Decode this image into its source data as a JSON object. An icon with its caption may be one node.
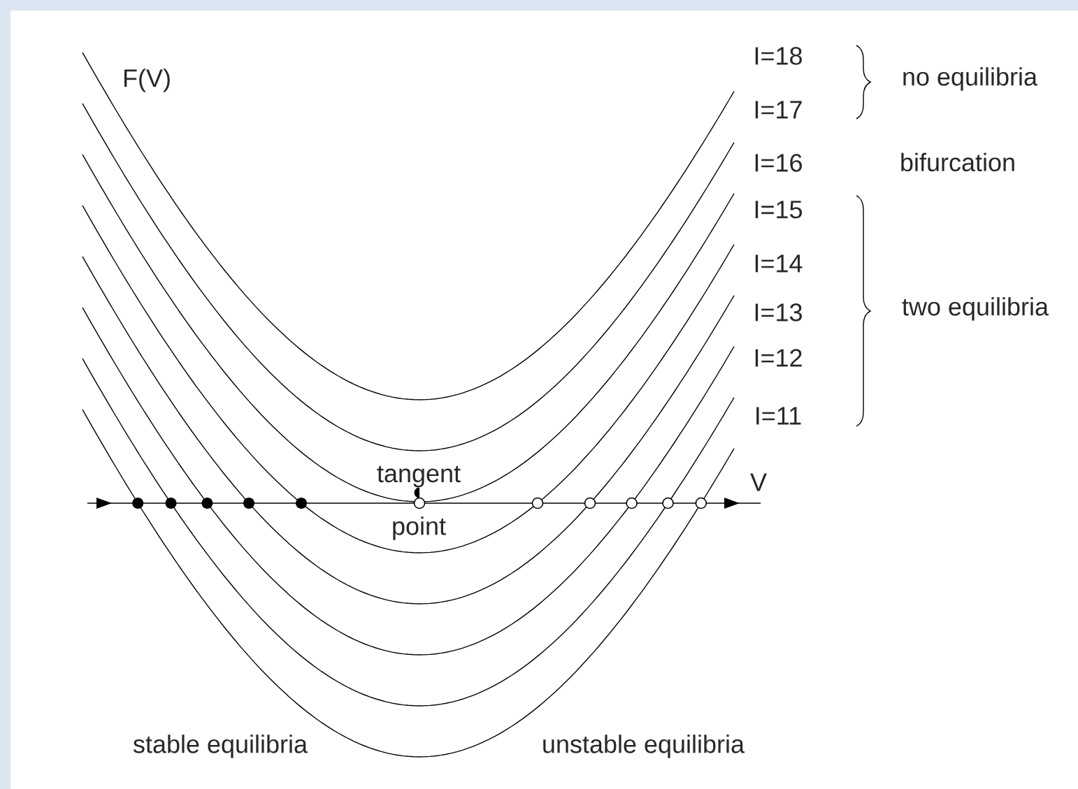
{
  "diagram": {
    "labels": [
      "F(V)",
      "I=18",
      "no equilibria",
      "I=17",
      "I=16",
      "bifurcation",
      "I=15",
      "I=14",
      "I=13",
      "two equilibria",
      "I=12",
      "I=11",
      "tangent",
      "V",
      "point",
      "stable equilibria",
      "unstable equilibria"
    ]
  }
}
